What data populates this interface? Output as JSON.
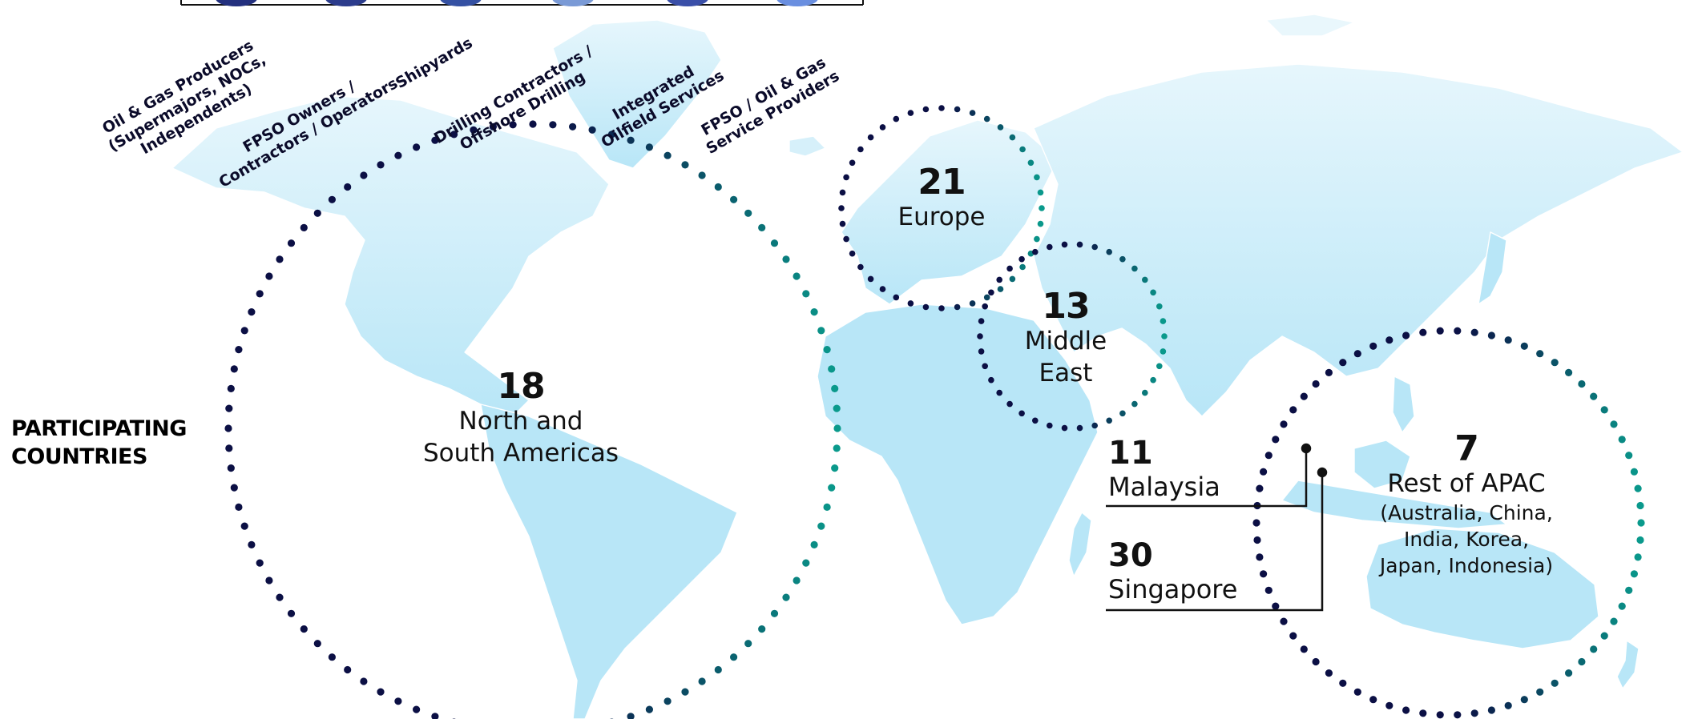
{
  "heading_lines": [
    "PARTICIPATING",
    "COUNTRIES"
  ],
  "categories": [
    {
      "lines": [
        "Oil & Gas Producers",
        "(Supermajors, NOCs,",
        "Independents)"
      ]
    },
    {
      "lines": [
        "FPSO Owners /",
        "Contractors / Operators"
      ]
    },
    {
      "lines": [
        "Shipyards"
      ]
    },
    {
      "lines": [
        "Drilling Contractors /",
        "Offshore Drilling"
      ]
    },
    {
      "lines": [
        "Integrated",
        "Oilfield Services"
      ]
    },
    {
      "lines": [
        "FPSO / Oil & Gas",
        "Service Providers"
      ]
    }
  ],
  "category_dot_colors": [
    "#23307e",
    "#2c3c8c",
    "#3551a3",
    "#7a9ad6",
    "#3a4fa8",
    "#6a8fe0"
  ],
  "regions": {
    "americas": {
      "count": "18",
      "lines": [
        "North and",
        "South Americas"
      ]
    },
    "europe": {
      "count": "21",
      "lines": [
        "Europe"
      ]
    },
    "middle_east": {
      "count": "13",
      "lines": [
        "Middle",
        "East"
      ]
    },
    "apac": {
      "count": "7",
      "name": "Rest of APAC",
      "sub": [
        "(Australia, China,",
        "India, Korea,",
        "Japan, Indonesia)"
      ]
    }
  },
  "countries": {
    "malaysia": {
      "count": "11",
      "name": "Malaysia"
    },
    "singapore": {
      "count": "30",
      "name": "Singapore"
    }
  },
  "colors": {
    "land": "#b8e6f7",
    "land_fade": "#e9f7fc",
    "border": "#ffffff",
    "ring_navy": "#0b0f44",
    "ring_teal": "#0a9a8c",
    "leader": "#111111"
  }
}
